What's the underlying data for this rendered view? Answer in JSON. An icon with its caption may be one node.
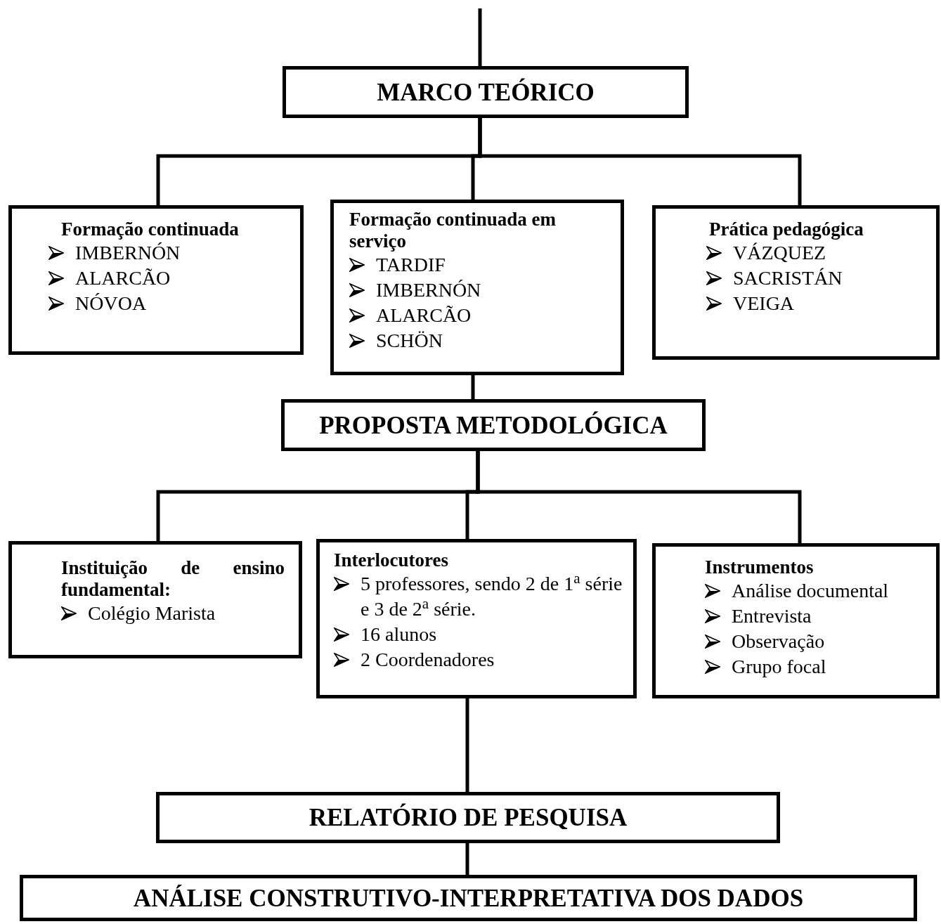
{
  "diagram": {
    "nodes": [
      {
        "text": [
          "MARCO TEÓRICO"
        ]
      },
      {
        "text": [
          "Formação continuada",
          "IMBERNÓN",
          "ALARCÃO",
          "NÓVOA"
        ]
      },
      {
        "text": [
          "Formação continuada em serviço",
          "TARDIF",
          "IMBERNÓN",
          "ALARCÃO",
          "SCHÖN"
        ]
      },
      {
        "text": [
          "Prática pedagógica",
          "VÁZQUEZ",
          "SACRISTÁN",
          "VEIGA"
        ]
      },
      {
        "text": [
          "PROPOSTA METODOLÓGICA"
        ]
      },
      {
        "text": [
          "Instituição de ensino fundamental:",
          "Colégio Marista"
        ]
      },
      {
        "text": [
          "Interlocutores",
          "5  professores, sendo 2 de 1$^{a}$ série e 3 de 2$^{a}$ série.",
          "16 alunos",
          "2 Coordenadores"
        ]
      },
      {
        "text": [
          "Instrumentos",
          "Análise documental",
          "Entrevista",
          "Observação",
          "Grupo focal"
        ]
      },
      {
        "text": [
          "RELATÓRIO DE PESQUISA"
        ]
      },
      {
        "text": [
          "ANÁLISE CONSTRUTIVO-INTERPRETATIVA DOS DADOS"
        ]
      }
    ],
    "edges": [
      {
        "from": null,
        "to": 0,
        "arrow": "none"
      },
      {
        "from": 0,
        "to": 1,
        "arrow": "none"
      },
      {
        "from": 0,
        "to": 2,
        "arrow": "none"
      },
      {
        "from": 0,
        "to": 3,
        "arrow": "none"
      },
      {
        "from": 2,
        "to": 4,
        "arrow": "none"
      },
      {
        "from": 4,
        "to": 5,
        "arrow": "none"
      },
      {
        "from": 4,
        "to": 6,
        "arrow": "none"
      },
      {
        "from": 4,
        "to": 7,
        "arrow": "none"
      },
      {
        "from": 6,
        "to": 8,
        "arrow": "none"
      },
      {
        "from": 8,
        "to": 9,
        "arrow": "none"
      }
    ]
  }
}
